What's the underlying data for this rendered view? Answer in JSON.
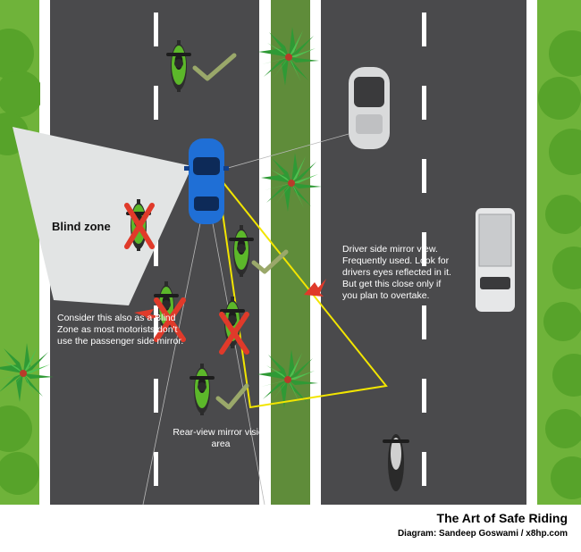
{
  "labels": {
    "blind_zone": "Blind zone",
    "passenger_note": "Consider this also as a Blind Zone as most motorists don't use the passenger side mirror.",
    "driver_mirror": "Driver side mirror view. Frequently used. Look for drivers eyes reflected in it. But get this close only if you plan to overtake.",
    "rear_view": "Rear-view mirror vision area",
    "title": "The Art of Safe Riding",
    "credit": "Diagram: Sandeep Goswami / x8hp.com"
  },
  "colors": {
    "road": "#4a4a4c",
    "grass": "#6fb33a",
    "median": "#5f8c3a",
    "car_blue": "#1f6fd6",
    "bike_green": "#5cb82a",
    "cross_red": "#e03a2a",
    "check_olive": "#9aa86a",
    "mirror_yellow": "#f2e500",
    "blind_fill": "#e2e4e4"
  }
}
